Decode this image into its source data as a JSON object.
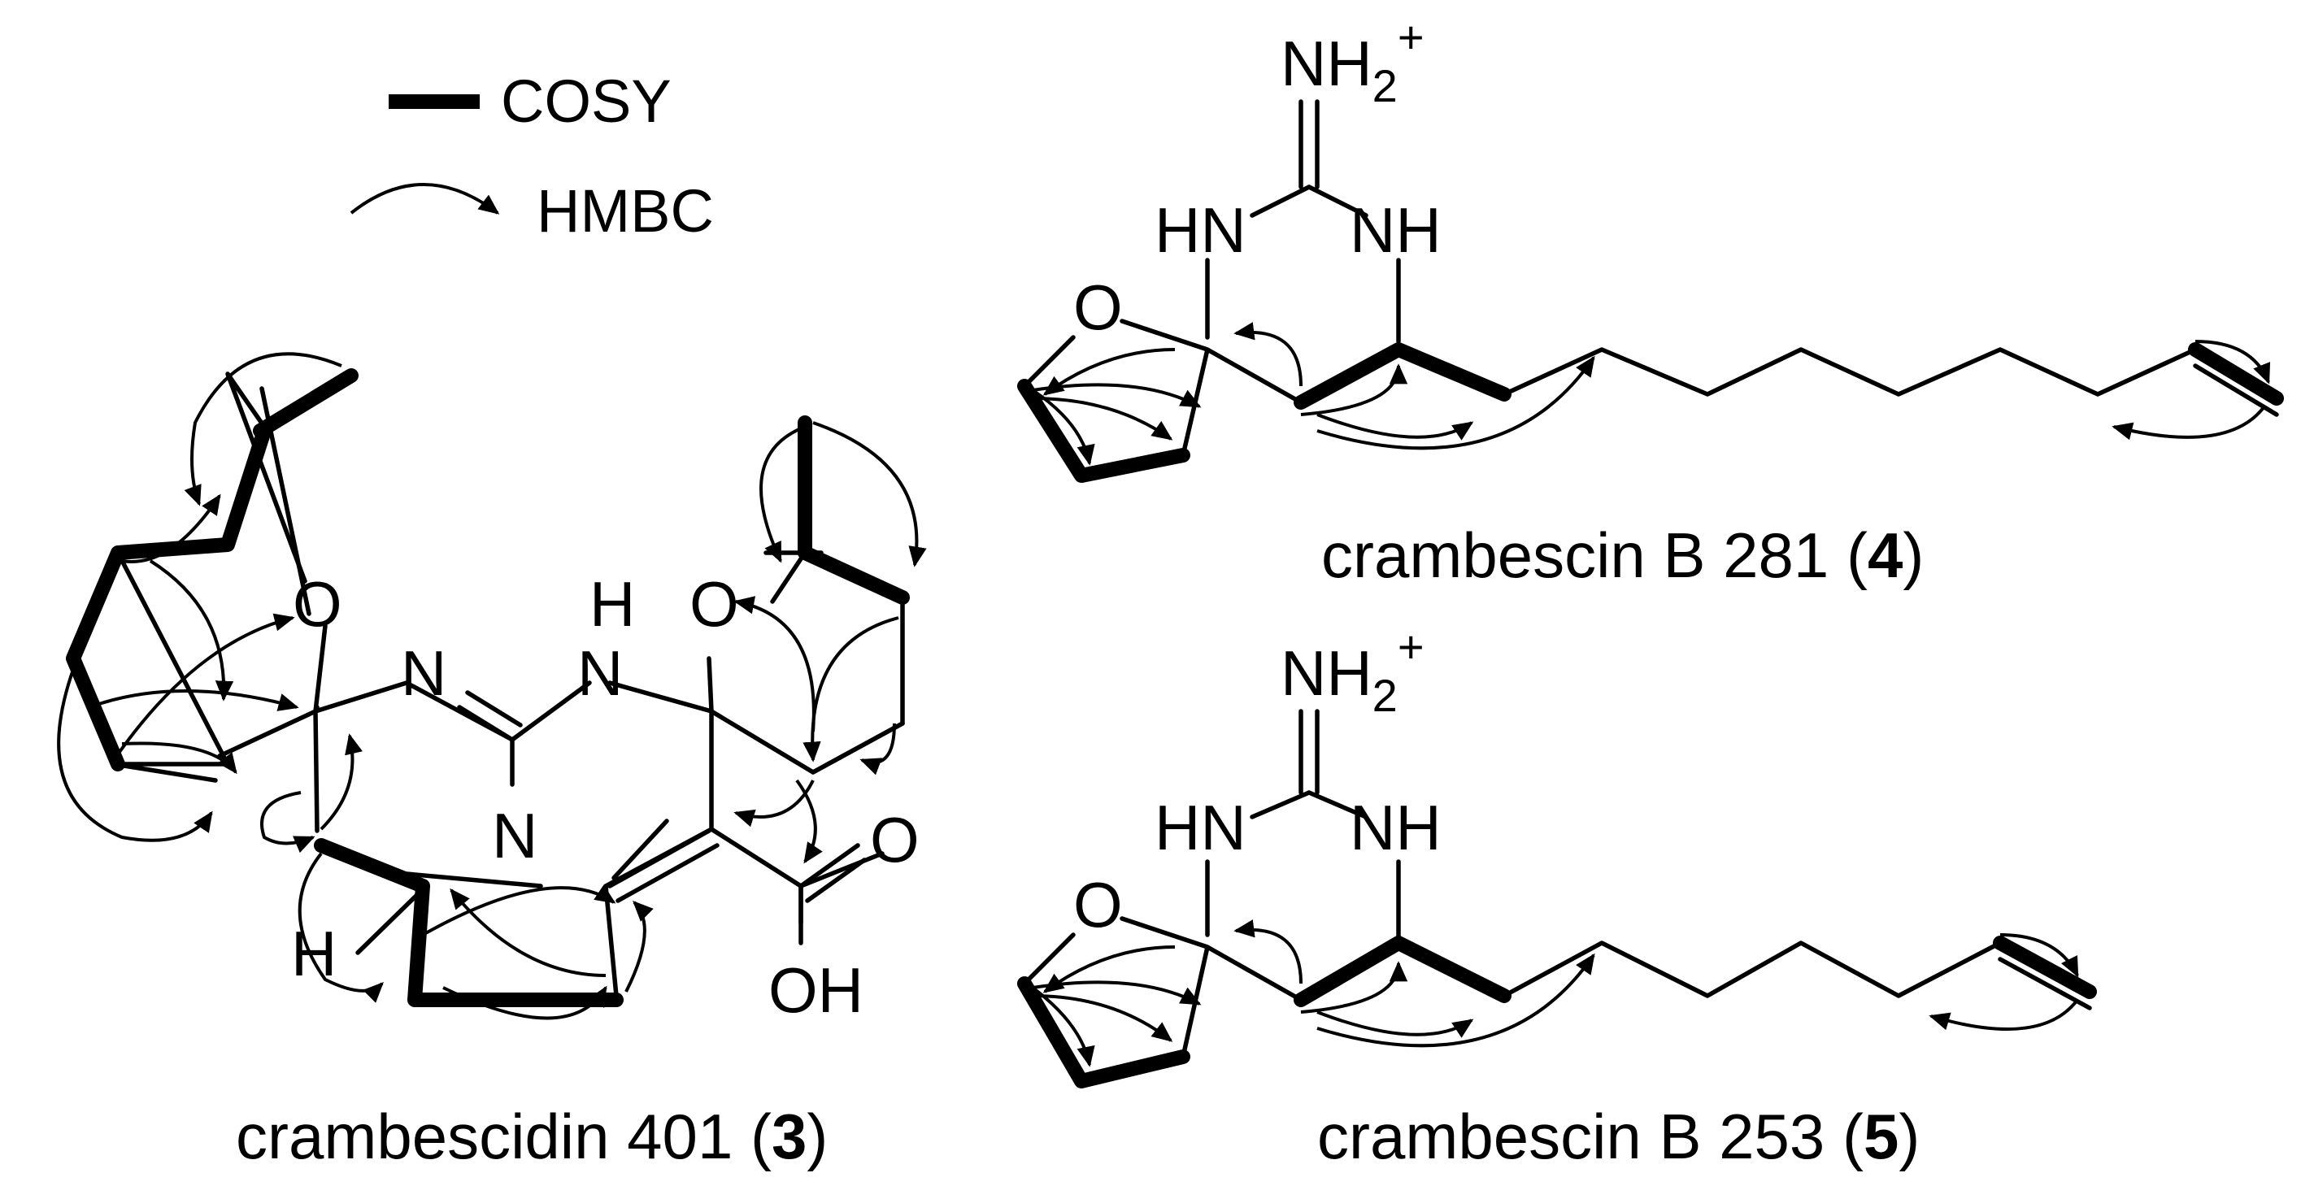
{
  "legend": {
    "cosy_label": "COSY",
    "hmbc_label": "HMBC"
  },
  "compounds": [
    {
      "name": "crambescidin 401",
      "number": "3"
    },
    {
      "name": "crambescin B 281",
      "number": "4"
    },
    {
      "name": "crambescin B 253",
      "number": "5"
    }
  ],
  "atoms": {
    "oxygen": "O",
    "nitrogen": "N",
    "nh": "NH",
    "hn": "HN",
    "hydrogen": "H",
    "oh": "OH",
    "nh2": "NH",
    "nh2_sub": "2",
    "charge": "+"
  },
  "colors": {
    "ink": "#000000",
    "background": "#ffffff"
  }
}
